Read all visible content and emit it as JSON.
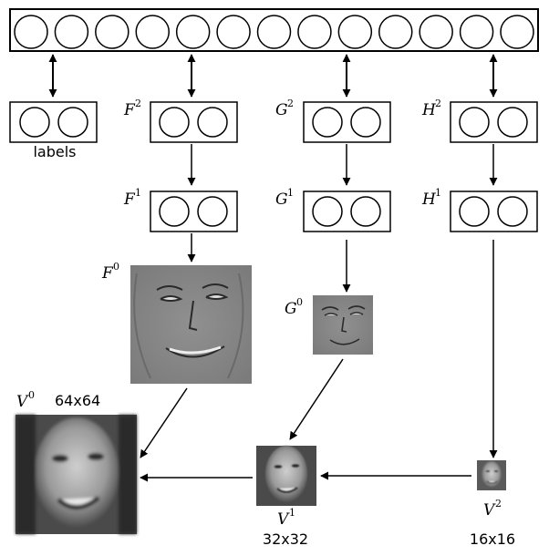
{
  "top_layer": {
    "units": 13
  },
  "labels_box": {
    "label": "labels",
    "units": 2
  },
  "pathways": [
    {
      "letter": "F",
      "level2": "2",
      "level1": "1",
      "level0": "0"
    },
    {
      "letter": "G",
      "level2": "2",
      "level1": "1",
      "level0": "0"
    },
    {
      "letter": "H",
      "level2": "2",
      "level1": "1"
    }
  ],
  "visible_layers": [
    {
      "letter": "V",
      "sup": "0",
      "size": "64x64"
    },
    {
      "letter": "V",
      "sup": "1",
      "size": "32x32"
    },
    {
      "letter": "V",
      "sup": "2",
      "size": "16x16"
    }
  ],
  "images": [
    {
      "name": "F0",
      "tone": "#8a8a8a",
      "kind": "filtered-face"
    },
    {
      "name": "G0",
      "tone": "#8c8c8c",
      "kind": "filtered-face"
    },
    {
      "name": "V0",
      "tone": "#9a9a9a",
      "kind": "blurred-face"
    },
    {
      "name": "V1",
      "tone": "#a0a0a0",
      "kind": "blurred-face"
    },
    {
      "name": "V2",
      "tone": "#a8a8a8",
      "kind": "blurred-face"
    }
  ]
}
